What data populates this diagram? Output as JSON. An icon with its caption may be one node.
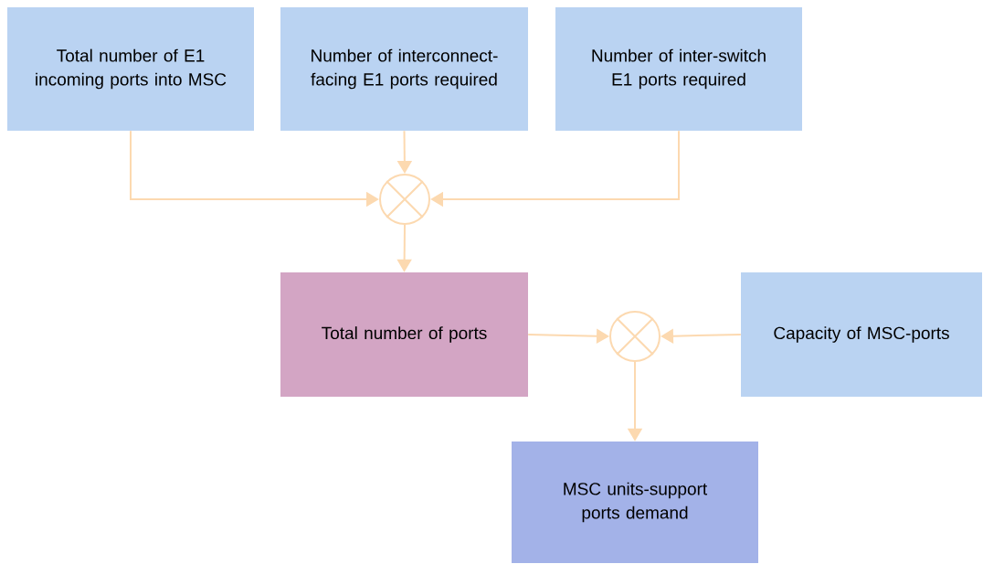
{
  "diagram": {
    "nodes": [
      {
        "text": [
          "Total number of E1 incoming ports into MSC"
        ]
      },
      {
        "text": [
          "Number of interconnect-facing E1 ports required"
        ]
      },
      {
        "text": [
          "Number of inter-switch E1 ports required"
        ]
      },
      {
        "text": [],
        "shape": "circle"
      },
      {
        "text": [
          "Total number of ports"
        ]
      },
      {
        "text": [],
        "shape": "circle"
      },
      {
        "text": [
          "Capacity of MSC-ports"
        ]
      },
      {
        "text": [
          "MSC units-support ports demand"
        ]
      }
    ],
    "edges": [
      {
        "from": 0,
        "to": 3,
        "arrow": "to"
      },
      {
        "from": 1,
        "to": 3,
        "arrow": "to"
      },
      {
        "from": 2,
        "to": 3,
        "arrow": "to"
      },
      {
        "from": 3,
        "to": 4,
        "arrow": "to"
      },
      {
        "from": 4,
        "to": 5,
        "arrow": "to"
      },
      {
        "from": 6,
        "to": 5,
        "arrow": "to"
      },
      {
        "from": 5,
        "to": 7,
        "arrow": "to"
      }
    ]
  }
}
